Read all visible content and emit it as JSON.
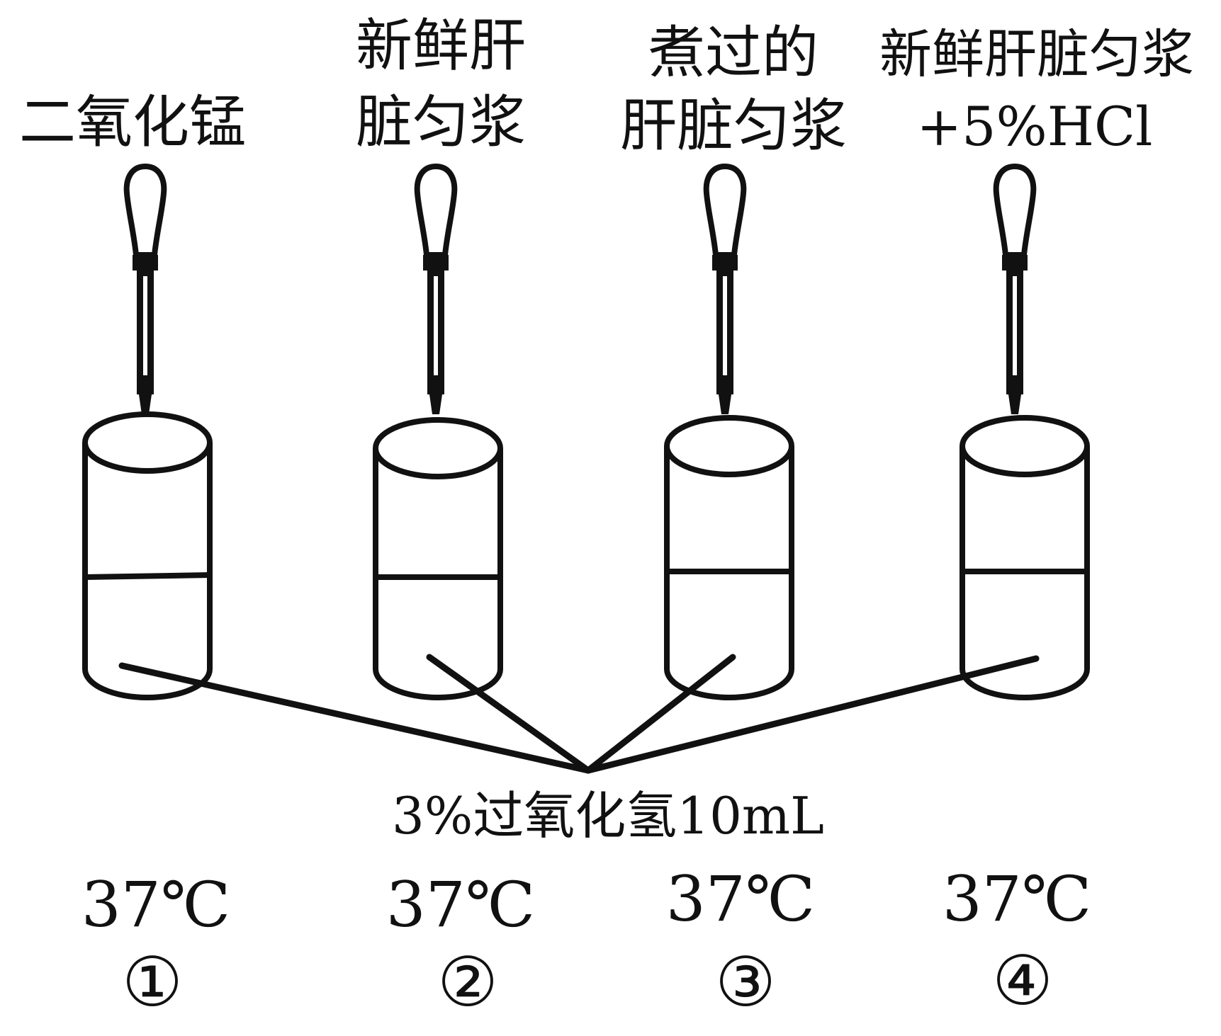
{
  "colors": {
    "ink": "#111111",
    "background": "#ffffff"
  },
  "tubes": [
    {
      "reagent_lines": [
        "二氧化锰"
      ],
      "temperature": "37℃",
      "number": "①"
    },
    {
      "reagent_lines": [
        "新鲜肝",
        "脏匀浆"
      ],
      "temperature": "37℃",
      "number": "②"
    },
    {
      "reagent_lines": [
        "煮过的",
        "肝脏匀浆"
      ],
      "temperature": "37℃",
      "number": "③"
    },
    {
      "reagent_lines": [
        "新鲜肝脏匀浆",
        "+5%HCl"
      ],
      "temperature": "37℃",
      "number": "④"
    }
  ],
  "shared_label": "3%过氧化氢10mL"
}
